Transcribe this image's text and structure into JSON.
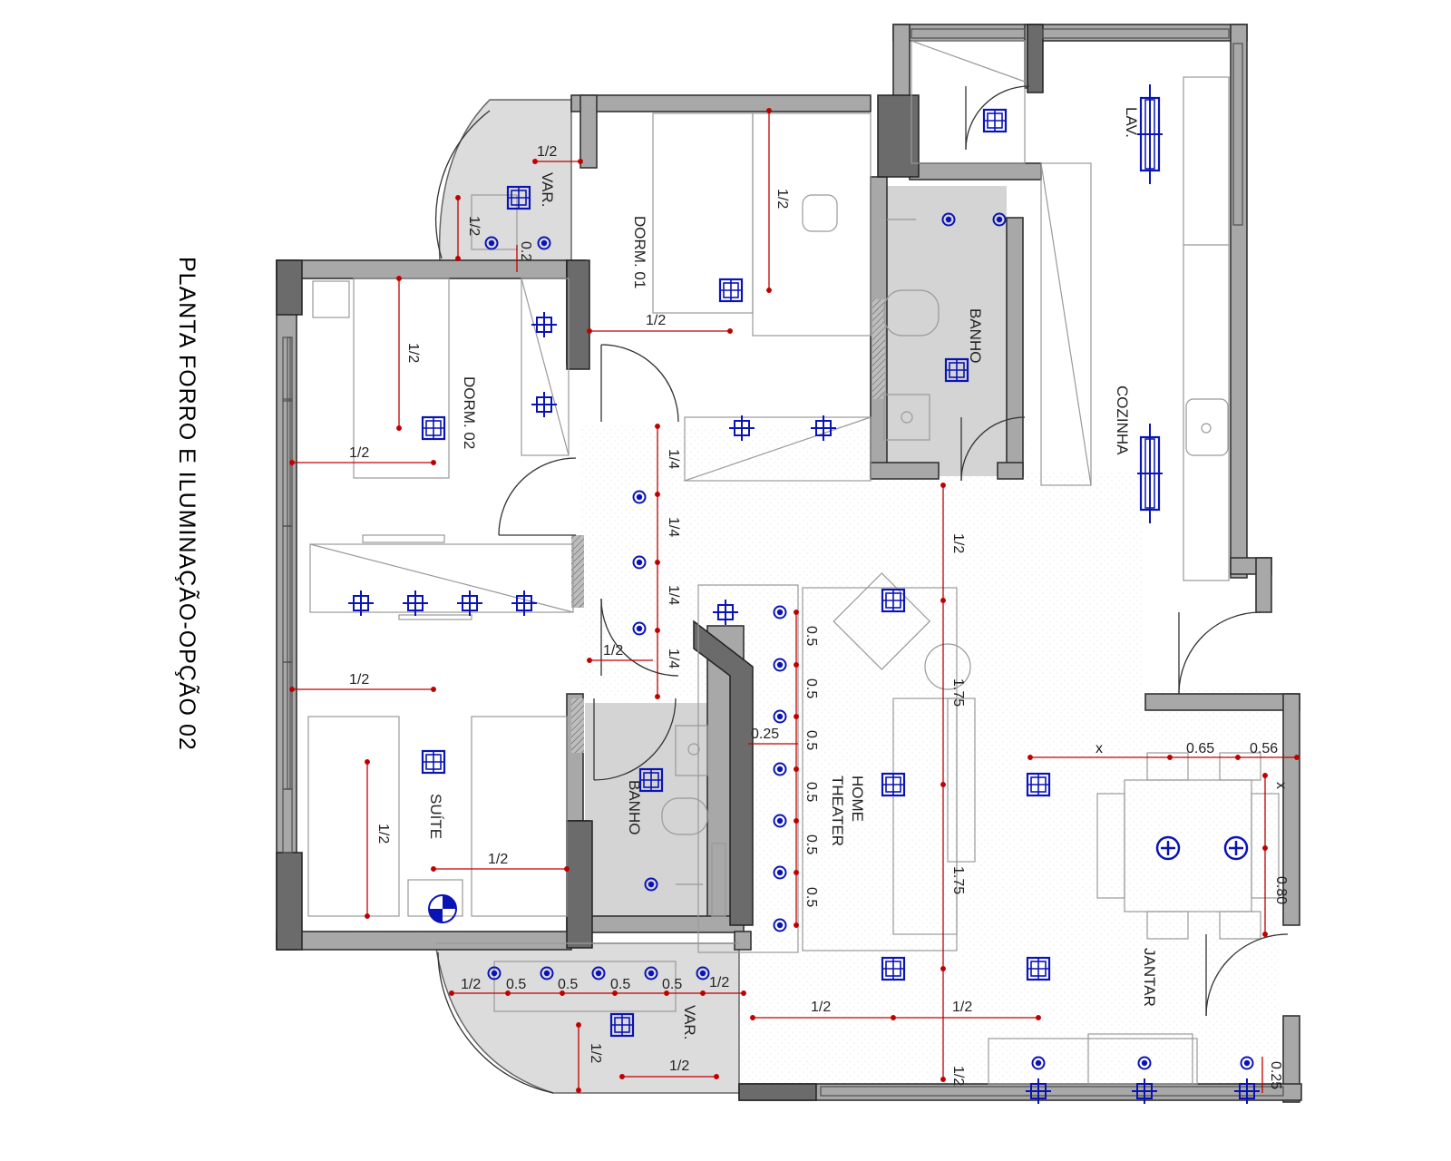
{
  "drawing": {
    "title": "PLANTA FORRO E ILUMINAÇÃO-OPÇÃO 02"
  },
  "rooms": {
    "var_top": "VAR.",
    "dorm01": "DORM. 01",
    "dorm02": "DORM. 02",
    "banho_top": "BANHO",
    "lav": "LAV.",
    "cozinha": "COZINHA",
    "suite": "SUÍTE",
    "banho_mid": "BANHO",
    "home_theater_1": "HOME",
    "home_theater_2": "THEATER",
    "jantar": "JANTAR",
    "var_bottom": "VAR."
  },
  "dimensions": {
    "half": "1/2",
    "quarter": "1/4",
    "point_five": "0.5",
    "point_two": "0.2",
    "point_two_five": "0.25",
    "one_seventy_five": "1.75",
    "point_sixty_five": "0.65",
    "point_fifty_six": "0.56",
    "point_eighty": "0.80",
    "x": "x"
  },
  "colors": {
    "wall_fill": "#6b6b6b",
    "wall_light": "#a8a8a8",
    "wet_area": "#d4d4d4",
    "fixture_blue": "#0a14b4",
    "dimension_red": "#c00000",
    "line_grey": "#9a9a9a"
  },
  "legend_icons": [
    "square-grid-luminaire-icon",
    "round-spot-icon",
    "crosshair-luminaire-icon",
    "circle-plus-pendant-icon",
    "linear-luminaire-icon"
  ]
}
